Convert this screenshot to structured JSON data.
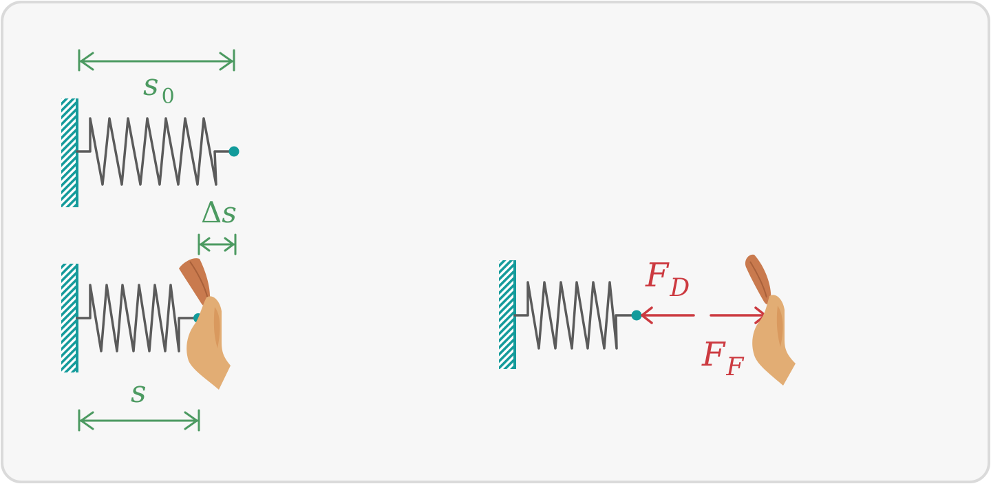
{
  "colors": {
    "panel_fill": "#f7f7f7",
    "panel_border": "#dadada",
    "wall": "#159b9b",
    "spring": "#5b5b5b",
    "endpoint": "#129b9b",
    "dimension": "#4c9a61",
    "force": "#cc3a40",
    "skin_light": "#e2ad74",
    "skin_dark": "#c97a4e"
  },
  "labels": {
    "s0_main": "s",
    "s0_sub": "0",
    "delta": "Δ",
    "delta_s": "s",
    "s": "s",
    "fd_main": "F",
    "fd_sub": "D",
    "ff_main": "F",
    "ff_sub": "F"
  },
  "icons": {
    "wall": "hatched-wall-icon",
    "spring": "coil-spring-icon",
    "hand": "pushing-hand-icon"
  }
}
